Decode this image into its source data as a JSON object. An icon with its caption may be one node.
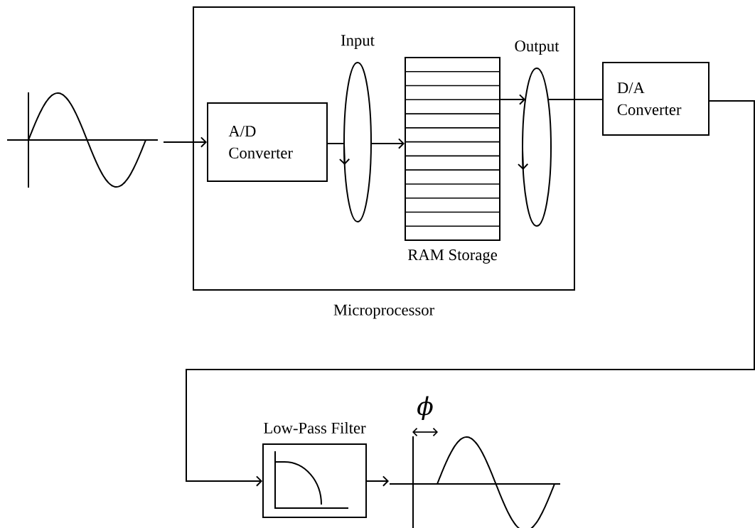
{
  "diagram": {
    "nodes": [
      {
        "text": [],
        "shape": "picture"
      },
      {
        "text": [
          "Microprocessor"
        ]
      },
      {
        "text": [
          "A/D Converter"
        ],
        "in": 1
      },
      {
        "text": [
          "Input"
        ],
        "in": 1
      },
      {
        "text": [
          "RAM Storage"
        ],
        "in": 1
      },
      {
        "text": [
          "Output"
        ],
        "in": 1
      },
      {
        "text": [
          "D/A Converter"
        ]
      },
      {
        "text": [
          "Low-Pass Filter"
        ]
      },
      {
        "text": [],
        "shape": "picture"
      }
    ],
    "edges": [
      {
        "from": 0,
        "to": 2,
        "arrow": "to"
      },
      {
        "from": 2,
        "to": 3,
        "arrow": "none"
      },
      {
        "from": 3,
        "to": 4,
        "arrow": "to"
      },
      {
        "from": 4,
        "to": 5,
        "arrow": "to"
      },
      {
        "from": 5,
        "to": 6,
        "arrow": "none"
      },
      {
        "from": 6,
        "to": 7,
        "arrow": "to"
      },
      {
        "from": 7,
        "to": 8,
        "arrow": "to"
      }
    ],
    "labels": [
      "ϕ"
    ]
  }
}
